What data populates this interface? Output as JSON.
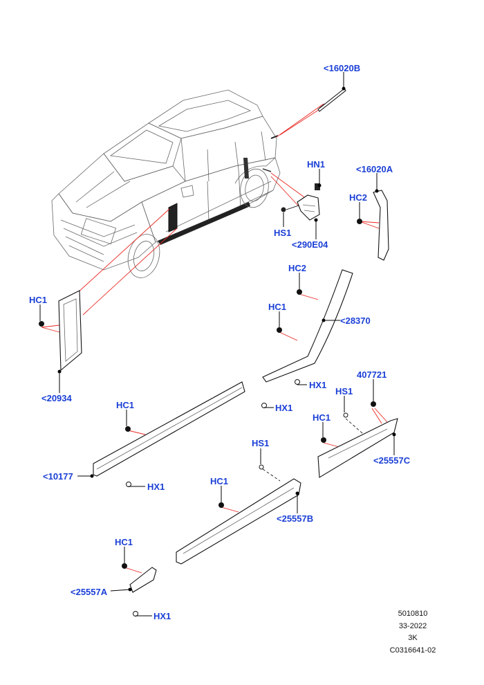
{
  "labels": {
    "l16020b": "<16020B",
    "hn1": "HN1",
    "l16020a": "<16020A",
    "hc2_top": "HC2",
    "hs1_top": "HS1",
    "l290e04": "<290E04",
    "hc2_mid": "HC2",
    "hc1_mid": "HC1",
    "l28370": "<28370",
    "hc1_left": "HC1",
    "l20934": "<20934",
    "hx1_a": "HX1",
    "hc1_sill": "HC1",
    "hx1_b": "HX1",
    "l10177": "<10177",
    "hx1_c": "HX1",
    "l407721": "407721",
    "hs1_right": "HS1",
    "hc1_right": "HC1",
    "l25557c": "<25557C",
    "hs1_lower": "HS1",
    "hc1_lower": "HC1",
    "l25557b": "<25557B",
    "hc1_bottom": "HC1",
    "l25557a": "<25557A",
    "hx1_d": "HX1"
  },
  "footer": {
    "line1": "5010810",
    "line2": "33-2022",
    "line3": "3K",
    "line4": "C0316641-02"
  },
  "colors": {
    "label": "#1a3fd6",
    "callout": "#e8261f",
    "line": "#111111"
  }
}
